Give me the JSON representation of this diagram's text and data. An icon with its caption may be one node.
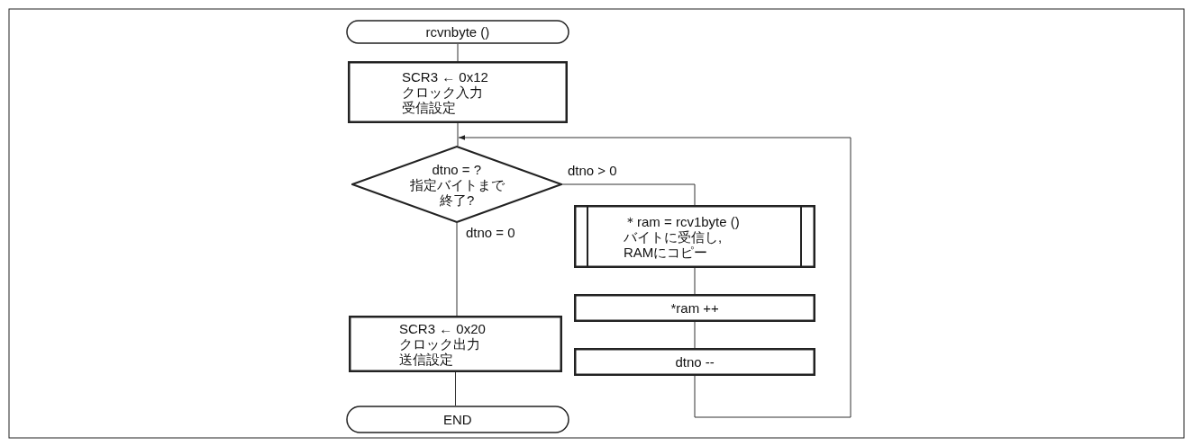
{
  "diagram": {
    "nodes": [
      {
        "text": [
          "rcvnbyte ()"
        ]
      },
      {
        "text": [
          "SCR3 ← 0x12",
          "クロック入力",
          "受信設定"
        ]
      },
      {
        "text": [
          "dtno = ?",
          "指定バイトまで",
          "終了?"
        ]
      },
      {
        "text": [
          "＊ram = rcv1byte ()",
          "バイトに受信し,",
          "RAMにコピー"
        ]
      },
      {
        "text": [
          "*ram ++"
        ]
      },
      {
        "text": [
          "dtno --"
        ]
      },
      {
        "text": [
          "SCR3 ← 0x20",
          "クロック出力",
          "送信設定"
        ]
      },
      {
        "text": [
          "END"
        ]
      }
    ],
    "edges": [
      {
        "from": 0,
        "to": 1,
        "arrow": "none"
      },
      {
        "from": 1,
        "to": 2,
        "arrow": "none"
      },
      {
        "from": 2,
        "to": 3,
        "arrow": "none",
        "label": "dtno > 0"
      },
      {
        "from": 3,
        "to": 4,
        "arrow": "none"
      },
      {
        "from": 4,
        "to": 5,
        "arrow": "none"
      },
      {
        "from": 5,
        "to": 2,
        "arrow": "to"
      },
      {
        "from": 2,
        "to": 6,
        "arrow": "none",
        "label": "dtno = 0"
      },
      {
        "from": 6,
        "to": 7,
        "arrow": "none"
      }
    ]
  }
}
